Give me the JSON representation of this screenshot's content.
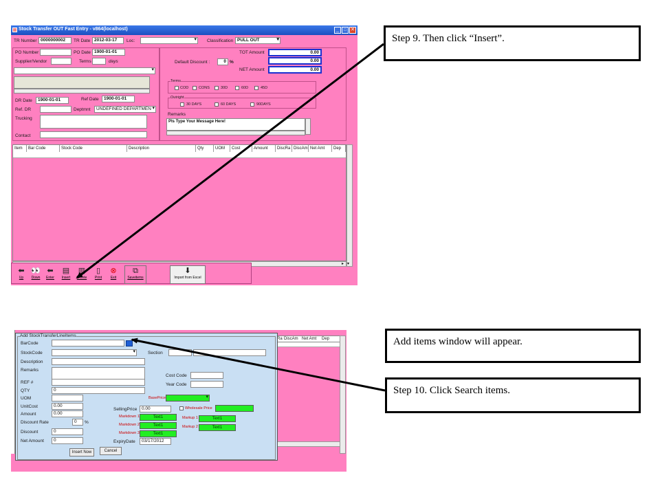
{
  "top_window": {
    "title": "Stock Transfer OUT Fast Entry - v864(localhost)",
    "tr_number_label": "TR Number",
    "tr_number": "0000000002",
    "tr_date_label": "TR Date",
    "tr_date": "2012-03-17",
    "loc_label": "Loc:",
    "classification_label": "Classification",
    "classification": "PULL OUT",
    "po_number_label": "PO Number",
    "po_date_label": "PO Date",
    "po_date": "1900-01-01",
    "supplier_label": "Supplier/Vendor",
    "terms_label": "Terms",
    "days_label": "days",
    "dr_date_label": "DR Date",
    "dr_date": "1900-01-01",
    "ref_date_label": "Ref Date",
    "ref_date": "1900-01-01",
    "ref_dr_label": "Ref. DR",
    "deptmnt_label": "Deptmnt",
    "deptmnt": "UNDEFINED DEPARTMEN",
    "trucking_label": "Trucking",
    "contact_label": "Contact",
    "tot_amount_label": "TOT Amount",
    "tot_amount": "0.00",
    "default_discount_label": "Default Discount :",
    "default_discount": "0",
    "percent": "%",
    "discount_amount": "0.00",
    "net_amount_label": "NET Amount",
    "net_amount": "0.00",
    "terms_group": "Terms",
    "terms_options": [
      "COD",
      "CONS",
      "30D",
      "60D",
      "45D"
    ],
    "outright_group": "Outright",
    "outright_options": [
      "30 DAYS",
      "60 DAYS",
      "90DAYS"
    ],
    "remarks_label": "Remarks",
    "remarks": "Pls Type Your Message Here!",
    "grid_columns": [
      "Item",
      "Bar Code",
      "Stock Code",
      "Description",
      "Qty",
      "UOM",
      "Cost",
      "Amount",
      "DiscRa",
      "DiscAm",
      "Net Amt",
      "Dep"
    ],
    "toolbar": [
      "Up",
      "Down",
      "Enter",
      "Insert",
      "Delete",
      "Print",
      "Exit",
      "Saveitems",
      "Import from Excel"
    ]
  },
  "bottom_window": {
    "title": "Add StockTransferLineItems",
    "barcode_label": "BarCode",
    "stockcode_label": "StockCode",
    "section_label": "Section",
    "description_label": "Description",
    "remarks_label": "Remarks",
    "cost_code_label": "Cost Code",
    "year_code_label": "Year Code",
    "ref_label": "REF #",
    "qty_label": "QTY",
    "qty": "0",
    "uom_label": "UOM",
    "unitcost_label": "UnitCost",
    "unitcost": "0.00",
    "amount_label": "Amount",
    "amount": "0.00",
    "baseprice_label": "BasePrice",
    "sellingprice_label": "SellingPrice",
    "sellingprice": "0.00",
    "wholesale_label": "Wholesale Price",
    "markdown1_label": "Markdown 1",
    "markdown2_label": "Markdown 2",
    "markdown3_label": "Markdown 3",
    "markup1_label": "Markup 1",
    "markup2_label": "Markup 2",
    "text1": "Text1",
    "discount_rate_label": "Discount Rate",
    "discount_rate": "0",
    "percent": "%",
    "discount_label": "Discount",
    "discount": "0",
    "net_amount_label": "Net Amount",
    "net_amount": "0",
    "expiry_label": "ExpiryDate",
    "expiry": "03/17/2012",
    "insert_now": "Insert Now",
    "cancel": "Cancel",
    "bg_columns": [
      "Ra",
      "DiscAm",
      "Net Amt",
      "Dep"
    ]
  },
  "callouts": {
    "step9": "Step 9.  Then click “Insert”.",
    "add_items": "Add items window will appear.",
    "step10": "Step 10. Click Search items."
  },
  "colors": {
    "pink": "#ff80c0",
    "titlebar": "#2a5fd4",
    "toolbar": "#ff80c0",
    "panel": "#c9dff3",
    "green": "#22ee22"
  }
}
